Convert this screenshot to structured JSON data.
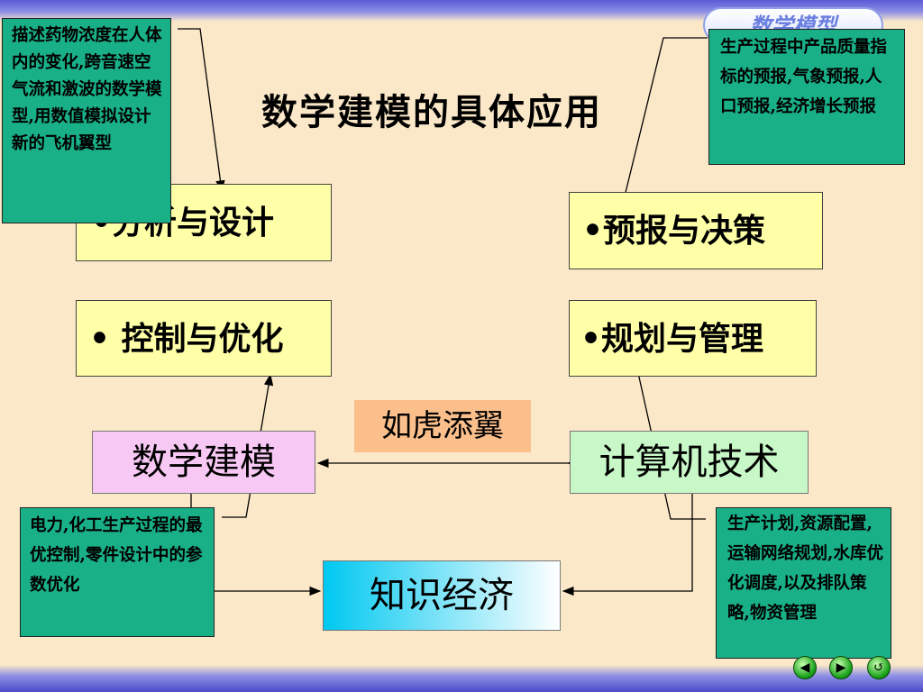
{
  "logo": {
    "text": "数学模型"
  },
  "title": "数学建模的具体应用",
  "boxes": {
    "analysis": "•分析与设计",
    "forecast": "•预报与决策",
    "control": "• 控制与优化",
    "planning": "•规划与管理"
  },
  "notes": {
    "analysis": "描述药物浓度在人体内的变化,跨音速空气流和激波的数学模型,用数值模拟设计新的飞机翼型",
    "forecast": "生产过程中产品质量指标的预报,气象预报,人口预报,经济增长预报",
    "control": "电力,化工生产过程的最优控制,零件设计中的参数优化",
    "planning": "生产计划,资源配置,运输网络规划,水库优化调度,以及排队策略,物资管理"
  },
  "idiom": "如虎添翼",
  "math_box": "数学建模",
  "computer_box": "计算机技术",
  "knowledge_box": "知识经济",
  "nav": {
    "prev": "◀",
    "next": "▶",
    "back": "↺"
  }
}
